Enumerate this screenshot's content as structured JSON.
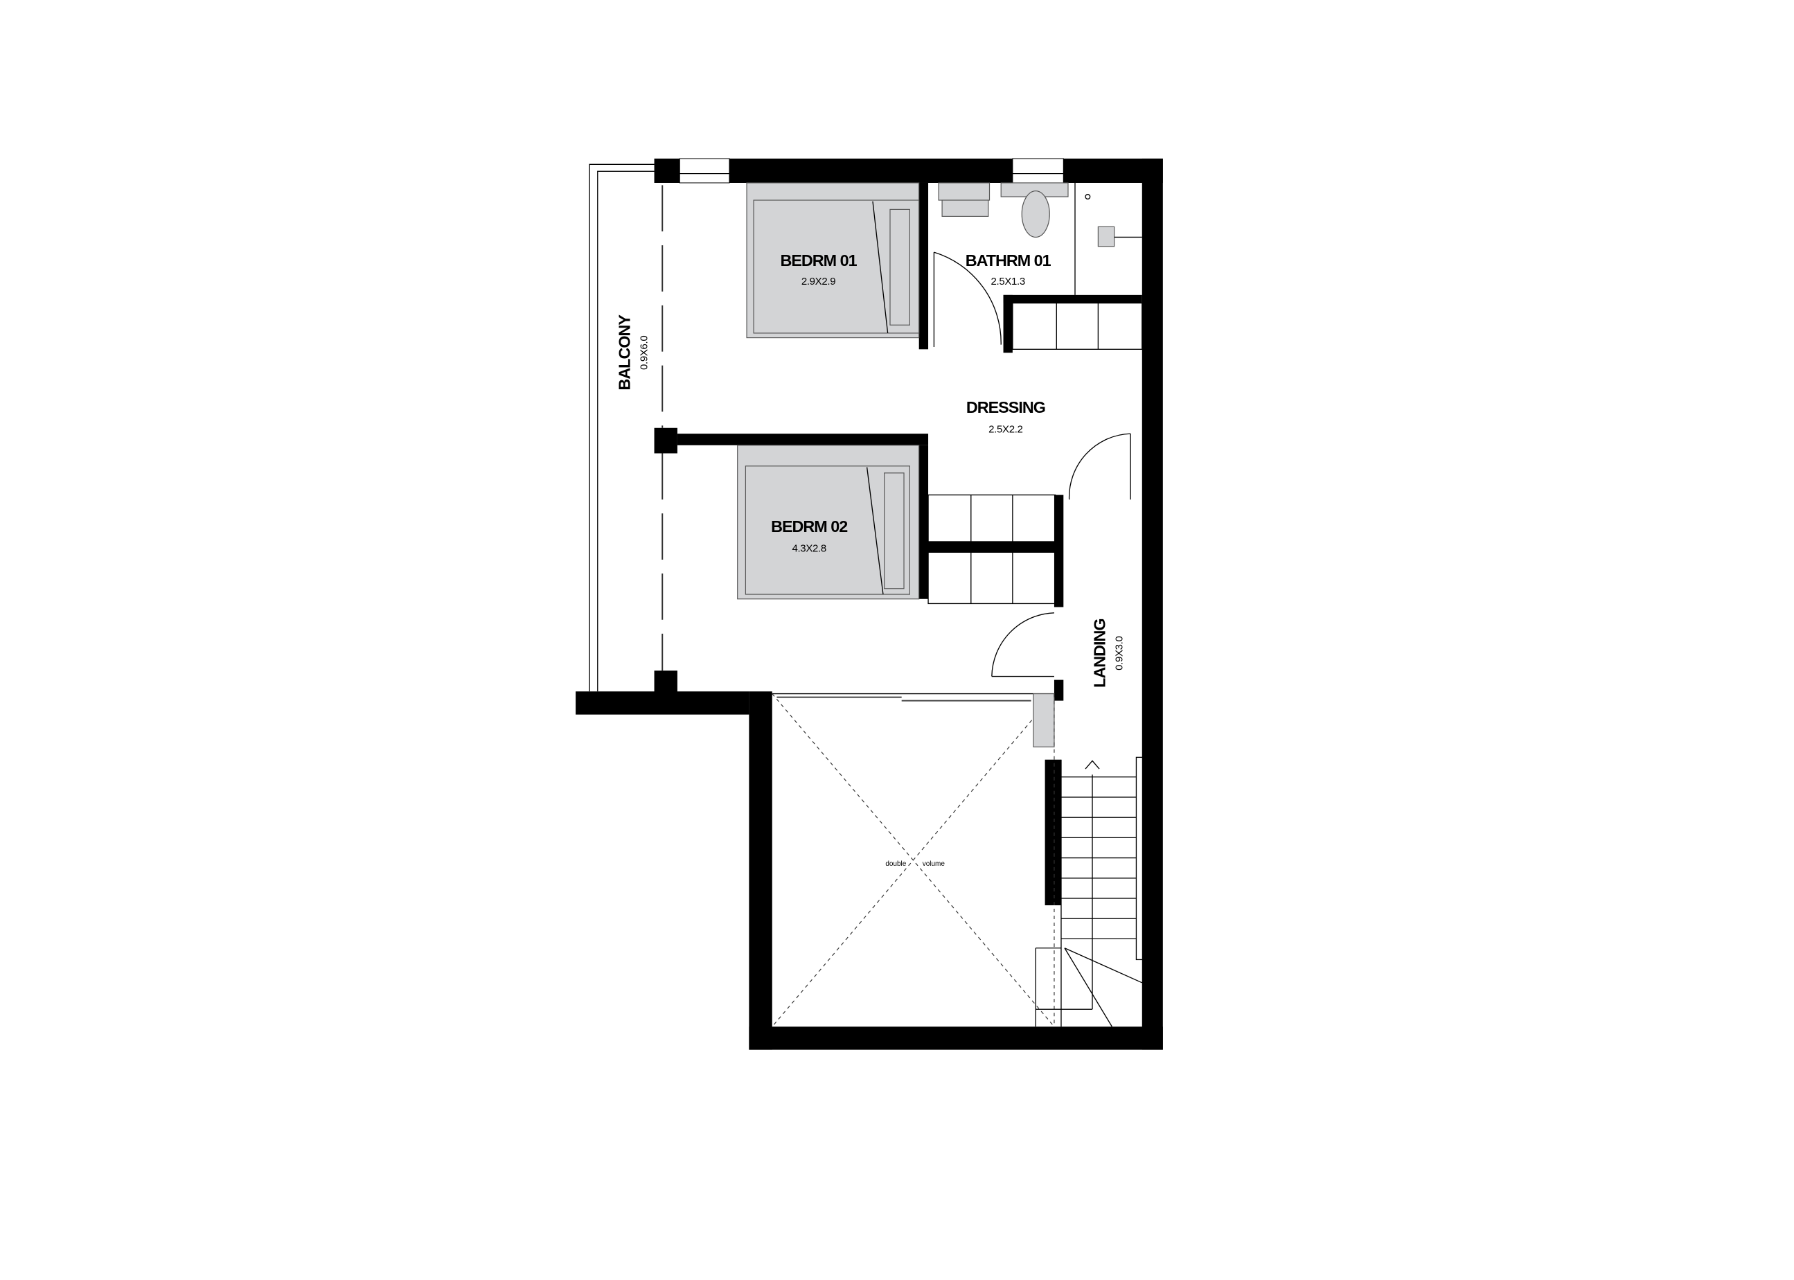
{
  "rooms": {
    "bedroom1": {
      "name": "BEDRM 01",
      "size": "2.9X2.9"
    },
    "bathroom1": {
      "name": "BATHRM 01",
      "size": "2.5X1.3"
    },
    "dressing": {
      "name": "DRESSING",
      "size": "2.5X2.2"
    },
    "bedroom2": {
      "name": "BEDRM 02",
      "size": "4.3X2.8"
    },
    "balcony": {
      "name": "BALCONY",
      "size": "0.9X6.0"
    },
    "landing": {
      "name": "LANDING",
      "size": "0.9X3.0"
    }
  },
  "void": {
    "word1": "double",
    "word2": "volume"
  },
  "colors": {
    "wall": "#000000",
    "furniture": "#d3d4d6"
  }
}
